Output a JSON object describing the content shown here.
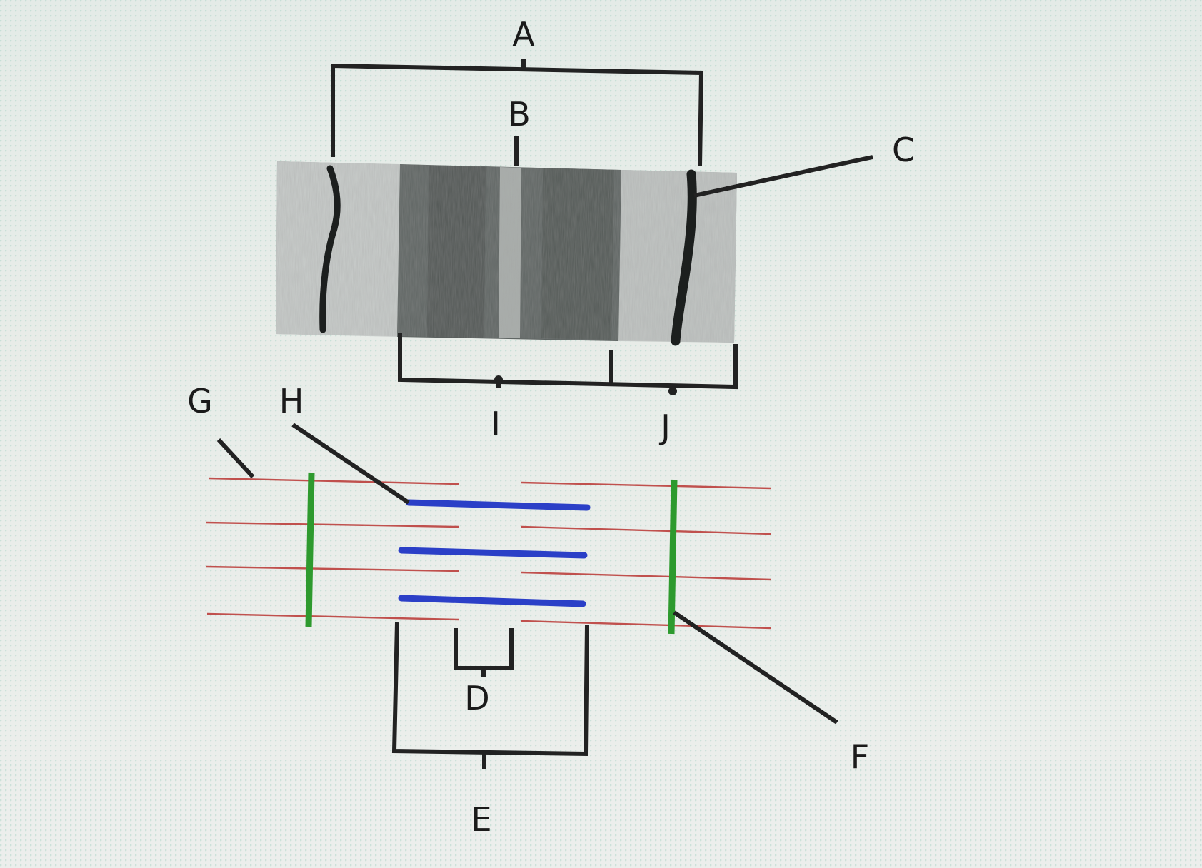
{
  "diagram": {
    "labels": {
      "a": "A",
      "b": "B",
      "c": "C",
      "d": "D",
      "e": "E",
      "f": "F",
      "g": "G",
      "h": "H",
      "i": "I",
      "j": "J"
    },
    "colors": {
      "thin_filament": "#c0504d",
      "thick_filament": "#2b3fc7",
      "z_disc": "#2e9a2e",
      "bracket": "#222222",
      "leader": "#222222"
    }
  }
}
